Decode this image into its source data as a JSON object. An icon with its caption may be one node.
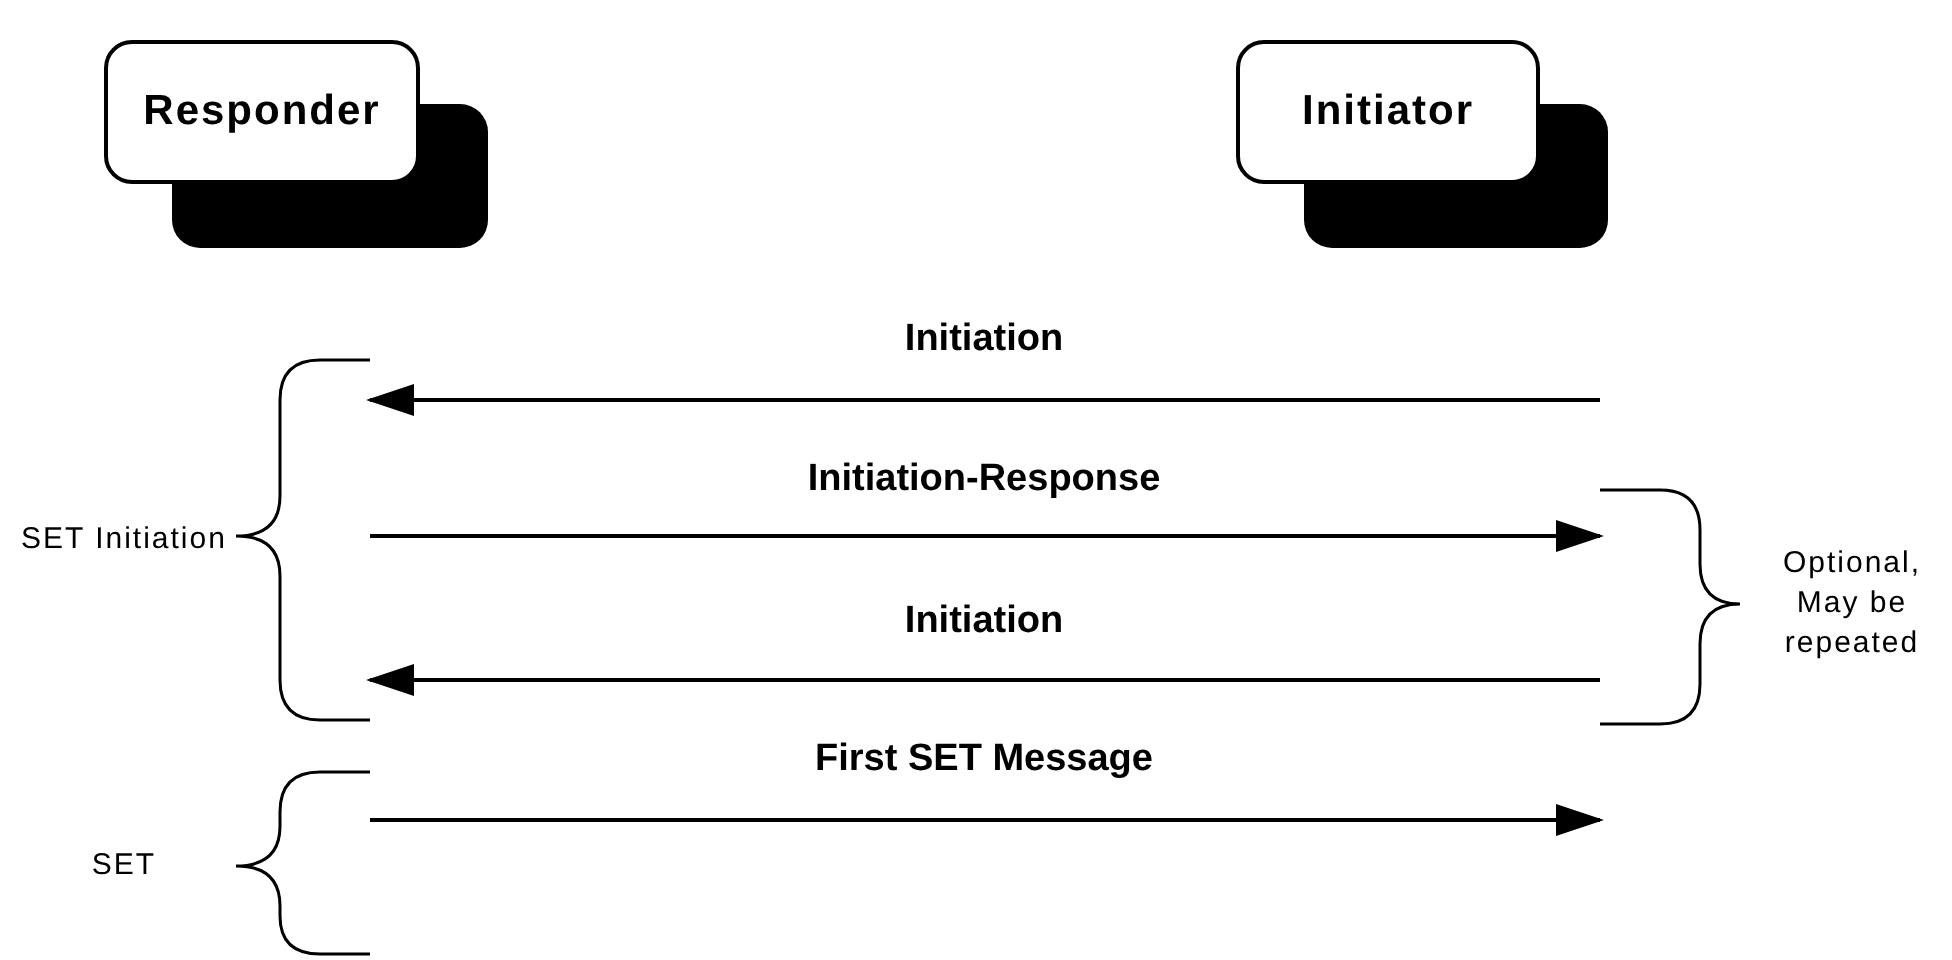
{
  "diagram": {
    "nodes": [
      {
        "text": [
          "Responder"
        ]
      },
      {
        "text": [
          "Initiator"
        ]
      }
    ],
    "labels": [
      "Initiation",
      "Initiation-Response",
      "SET Initiation",
      "Optional, May be repeated",
      "Initiation",
      "First SET Message",
      "SET"
    ]
  }
}
